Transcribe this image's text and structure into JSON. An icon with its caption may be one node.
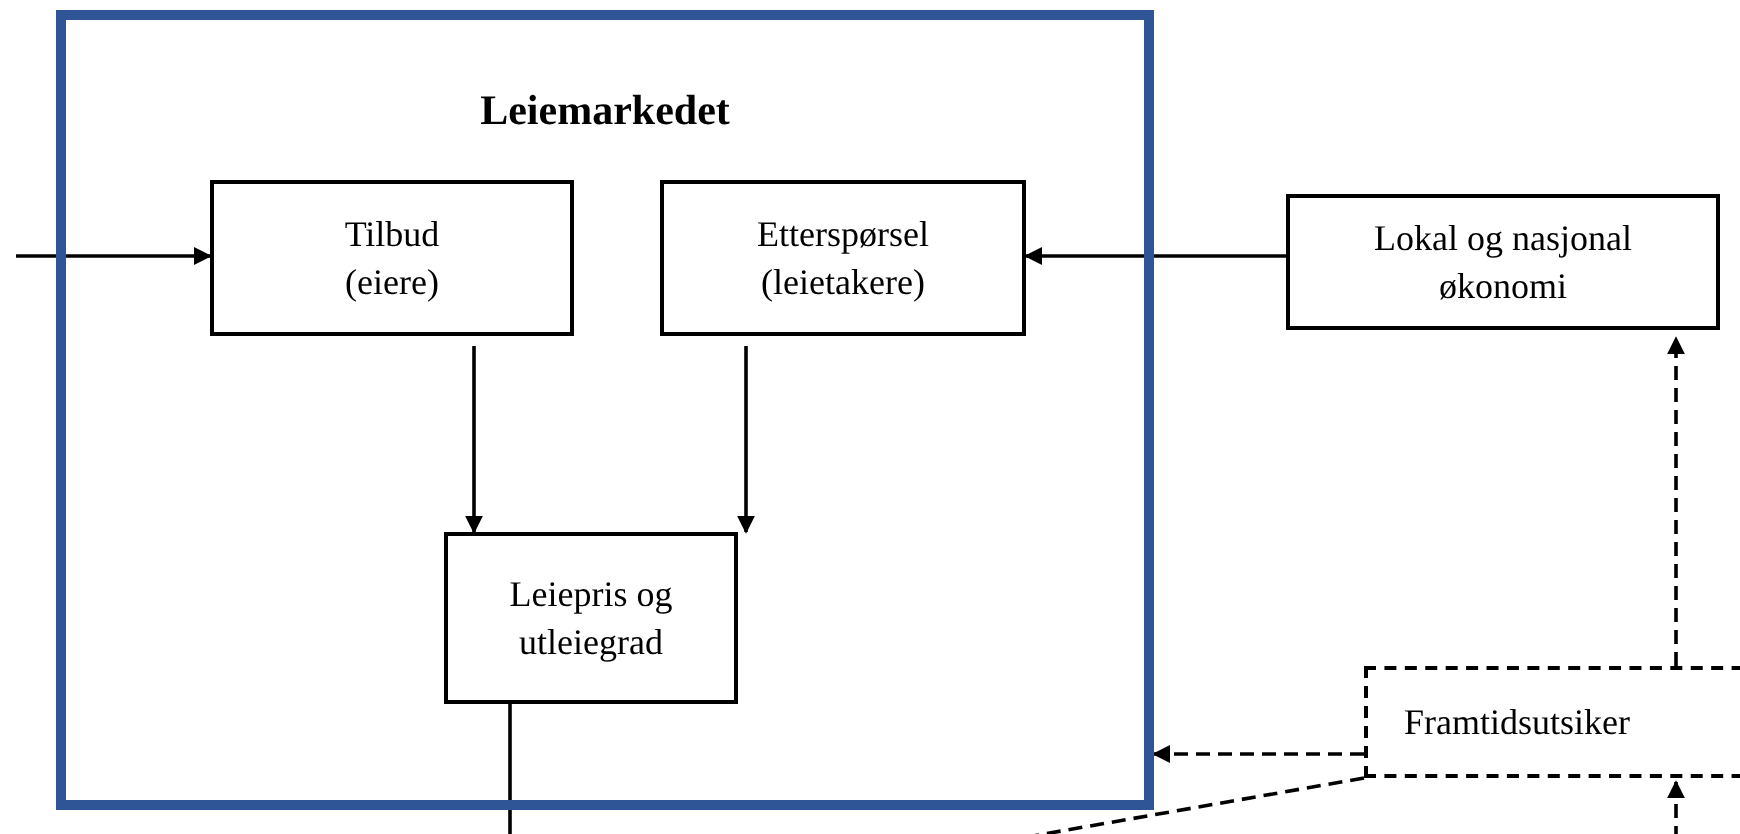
{
  "diagram": {
    "nodes": [
      {
        "text": [
          "Leiemarkedet"
        ]
      },
      {
        "text": [
          "Tilbud (eiere)"
        ],
        "in": 0
      },
      {
        "text": [
          "Etterspørsel (leietakere)"
        ],
        "in": 0
      },
      {
        "text": [
          "Leiepris og utleiegrad"
        ],
        "in": 0
      },
      {
        "text": [
          "Lokal og nasjonal økonomi"
        ]
      },
      {
        "text": [
          "Framtidsutsiker"
        ]
      }
    ],
    "edges": [
      {
        "from": null,
        "to": 1,
        "arrow": "to"
      },
      {
        "from": 4,
        "to": 2,
        "arrow": "to"
      },
      {
        "from": 1,
        "to": 3,
        "arrow": "to"
      },
      {
        "from": 2,
        "to": 3,
        "arrow": "to"
      },
      {
        "from": 3,
        "to": null,
        "arrow": "none"
      },
      {
        "from": 5,
        "to": 4,
        "arrow": "to",
        "style": "dashed"
      },
      {
        "from": 5,
        "to": 0,
        "arrow": "to",
        "style": "dashed"
      },
      {
        "from": null,
        "to": 5,
        "arrow": "to",
        "style": "dashed"
      },
      {
        "from": 5,
        "to": null,
        "arrow": "none",
        "style": "dashed"
      }
    ]
  }
}
